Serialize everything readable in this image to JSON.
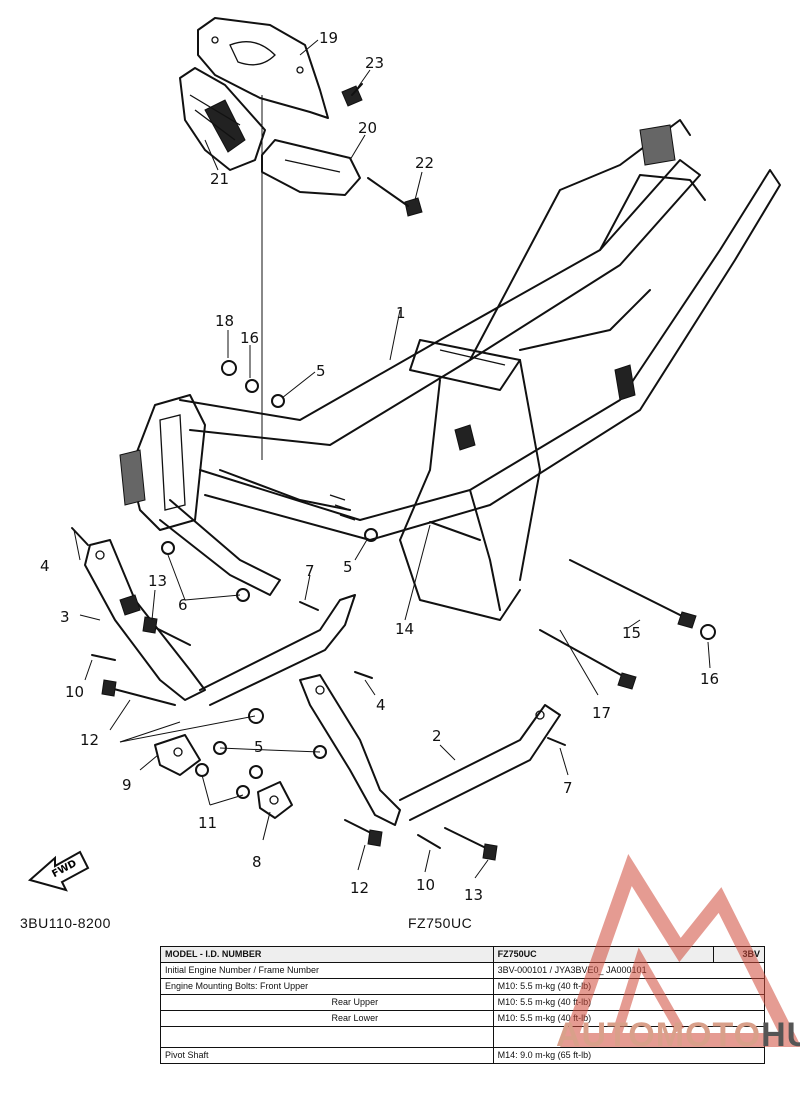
{
  "diagram": {
    "callouts": [
      {
        "id": "c19",
        "text": "19"
      },
      {
        "id": "c23",
        "text": "23"
      },
      {
        "id": "c20",
        "text": "20"
      },
      {
        "id": "c21",
        "text": "21"
      },
      {
        "id": "c22",
        "text": "22"
      },
      {
        "id": "c1",
        "text": "1"
      },
      {
        "id": "c18",
        "text": "18"
      },
      {
        "id": "c16a",
        "text": "16"
      },
      {
        "id": "c5a",
        "text": "5"
      },
      {
        "id": "c4a",
        "text": "4"
      },
      {
        "id": "c13a",
        "text": "13"
      },
      {
        "id": "c6",
        "text": "6"
      },
      {
        "id": "c7a",
        "text": "7"
      },
      {
        "id": "c5b",
        "text": "5"
      },
      {
        "id": "c3",
        "text": "3"
      },
      {
        "id": "c14",
        "text": "14"
      },
      {
        "id": "c15",
        "text": "15"
      },
      {
        "id": "c16b",
        "text": "16"
      },
      {
        "id": "c10a",
        "text": "10"
      },
      {
        "id": "c4b",
        "text": "4"
      },
      {
        "id": "c17",
        "text": "17"
      },
      {
        "id": "c12a",
        "text": "12"
      },
      {
        "id": "c2",
        "text": "2"
      },
      {
        "id": "c5c",
        "text": "5"
      },
      {
        "id": "c7b",
        "text": "7"
      },
      {
        "id": "c9",
        "text": "9"
      },
      {
        "id": "c11",
        "text": "11"
      },
      {
        "id": "c8",
        "text": "8"
      },
      {
        "id": "c12b",
        "text": "12"
      },
      {
        "id": "c10b",
        "text": "10"
      },
      {
        "id": "c13b",
        "text": "13"
      }
    ],
    "fwd_label": "FWD"
  },
  "doc_code": "3BU110-8200",
  "model_caption": "FZ750UC",
  "spec_table": {
    "header": {
      "label": "MODEL - I.D. NUMBER",
      "model": "FZ750UC",
      "code": "3BV"
    },
    "rows": [
      {
        "label": "Initial Engine Number / Frame Number",
        "value": "3BV-000101 / JYA3BVE0_ JA000101"
      },
      {
        "label": "Engine Mounting Bolts: Front Upper",
        "value": "M10: 5.5 m-kg (40 ft-lb)"
      },
      {
        "label": "Rear Upper",
        "value": "M10: 5.5 m-kg (40 ft-lb)"
      },
      {
        "label": "Rear Lower",
        "value": "M10: 5.5 m-kg (40 ft-lb)"
      },
      {
        "label": "",
        "value": ""
      },
      {
        "label": "Pivot Shaft",
        "value": "M14: 9.0 m-kg (65 ft-lb)"
      }
    ]
  },
  "watermark": {
    "text_a": "AUTOMOTO",
    "text_b": "HUB"
  }
}
